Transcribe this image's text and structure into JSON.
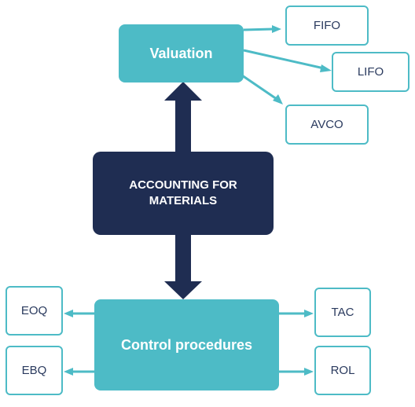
{
  "diagram": {
    "central": {
      "line1": "ACCOUNTING FOR",
      "line2": "MATERIALS"
    },
    "valuation": {
      "label": "Valuation",
      "children": [
        "FIFO",
        "LIFO",
        "AVCO"
      ]
    },
    "control": {
      "label": "Control procedures",
      "left_children": [
        "EOQ",
        "EBQ"
      ],
      "right_children": [
        "TAC",
        "ROL"
      ]
    }
  },
  "colors": {
    "teal": "#4dbbc6",
    "navy": "#1f2d52",
    "leaf_text": "#2a3a5e"
  }
}
